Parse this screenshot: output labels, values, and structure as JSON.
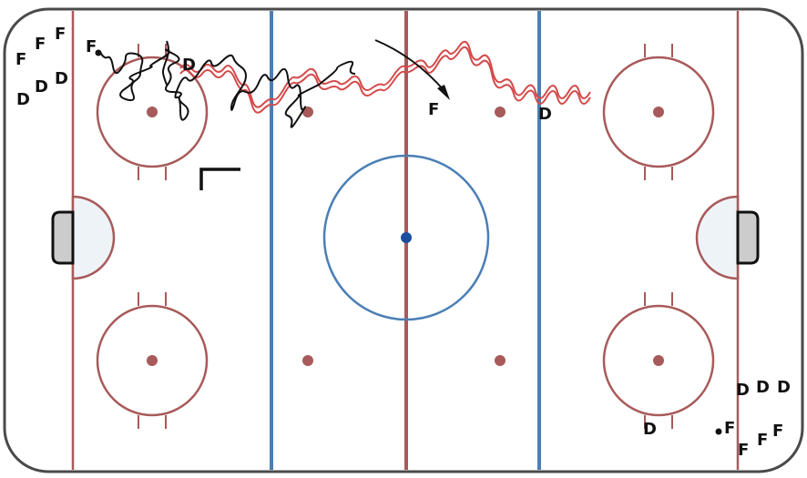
{
  "colors": {
    "board": "#4a4a4a",
    "ice": "#ffffff",
    "red_line": "#a85a5a",
    "blue_line": "#4a7fb5",
    "crease": "#eef3f8",
    "net": "#cccccc",
    "skate_black": "#111111",
    "skate_red": "#d44a4a",
    "center_dot": "#1a4fa0"
  },
  "players": {
    "top_left_f1": "F",
    "top_left_f2": "F",
    "top_left_f3": "F",
    "top_left_d1": "D",
    "top_left_d2": "D",
    "top_left_d3": "D",
    "drill_f_start": "F",
    "drill_d_left": "D",
    "drill_f_mid": "F",
    "drill_d_right": "D",
    "bottom_right_d1": "D",
    "bottom_right_d2": "D",
    "bottom_right_d3": "D",
    "bottom_right_d_single": "D",
    "bottom_right_f1": "F",
    "bottom_right_f2": "F",
    "bottom_right_f3": "F"
  },
  "icons": {
    "pylon": "corner-marker-icon",
    "puck": "puck-dot-icon"
  }
}
